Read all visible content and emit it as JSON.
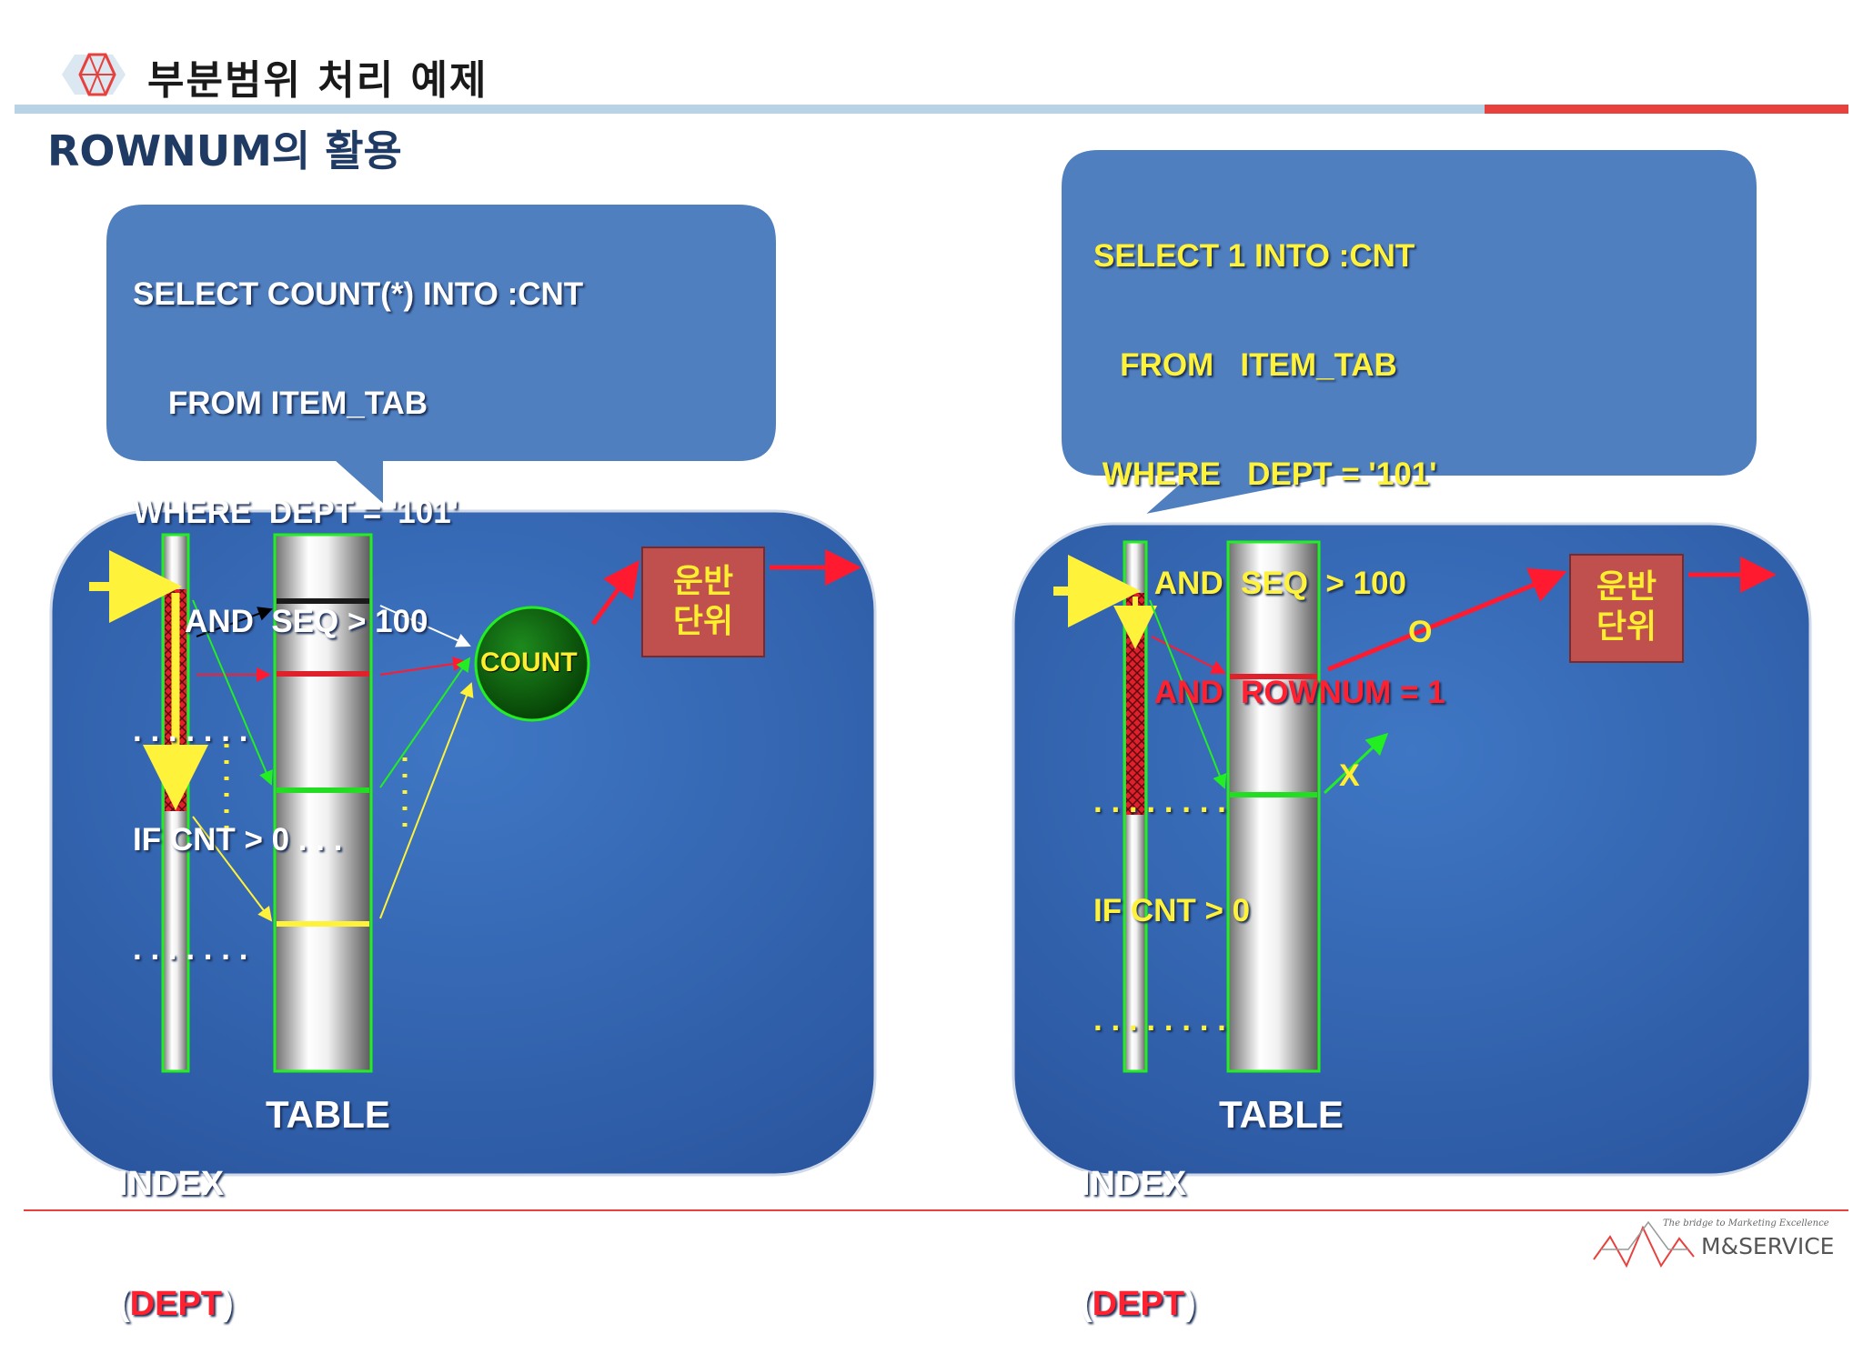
{
  "header": {
    "title": "부분범위 처리 예제"
  },
  "subtitle": "ROWNUM의 활용",
  "left_panel": {
    "sql_lines": [
      "SELECT COUNT(*) INTO :CNT",
      "    FROM ITEM_TAB",
      "WHERE  DEPT = '101'",
      "      AND  SEQ > 100",
      ". . . . . . .",
      "IF CNT > 0 . . .",
      ". . . . . . ."
    ],
    "count_label": "COUNT",
    "unit_label_1": "운반",
    "unit_label_2": "단위",
    "index_label": "INDEX",
    "dept_paren_open": "(",
    "dept_label": "DEPT",
    "dept_paren_close": ")",
    "table_label": "TABLE"
  },
  "right_panel": {
    "sql_lines": [
      "SELECT 1 INTO :CNT",
      "   FROM   ITEM_TAB",
      " WHERE   DEPT = '101'",
      "       AND  SEQ  > 100",
      ". . . . . . . .",
      "IF CNT > 0",
      ". . . . . . . ."
    ],
    "sql_red_line": "       AND  ROWNUM = 1",
    "mark_o": "O",
    "mark_x": "X",
    "unit_label_1": "운반",
    "unit_label_2": "단위",
    "index_label": "INDEX",
    "dept_paren_open": "(",
    "dept_label": "DEPT",
    "dept_paren_close": ")",
    "table_label": "TABLE"
  },
  "footer": {
    "brand": "M&SERVICE",
    "tagline": "The bridge to Marketing Excellence"
  },
  "colors": {
    "panel_blue": "#2f5fa8",
    "bubble_blue": "#4f7fbf",
    "accent_red": "#e8413d",
    "label_yellow": "#fff23a",
    "unit_box": "#c0504d",
    "count_green": "#0b5e0b"
  }
}
